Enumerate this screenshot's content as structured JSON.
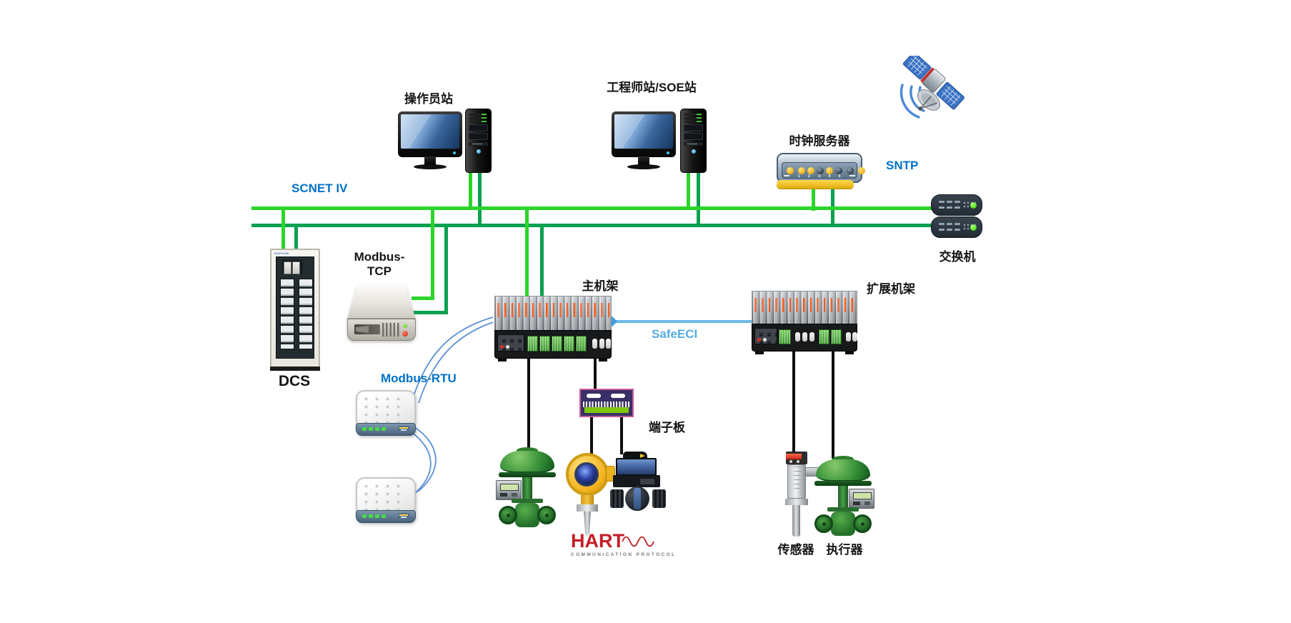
{
  "colors": {
    "bus_primary": "#2cd42c",
    "bus_secondary": "#0ba150",
    "label_blue": "#0072c6",
    "safeeci_blue": "#55acdf",
    "hart_red": "#c41e26"
  },
  "labels": {
    "scnet": "SCNET IV",
    "operator_station": "操作员站",
    "engineer_station": "工程师站/SOE站",
    "clock_server": "时钟服务器",
    "clock_ports": "1 2 3 4 5",
    "sntp": "SNTP",
    "switch": "交换机",
    "dcs": "DCS",
    "dcs_brand": "SUPCON",
    "modbus_tcp_line1": "Modbus-",
    "modbus_tcp_line2": "TCP",
    "modbus_rtu": "Modbus-RTU",
    "main_rack": "主机架",
    "expansion_rack": "扩展机架",
    "safeeci": "SafeECI",
    "terminal_board": "端子板",
    "hart_title": "HART",
    "hart_subtitle": "COMMUNICATION PROTOCOL",
    "sensor": "传感器",
    "actuator": "执行器"
  }
}
